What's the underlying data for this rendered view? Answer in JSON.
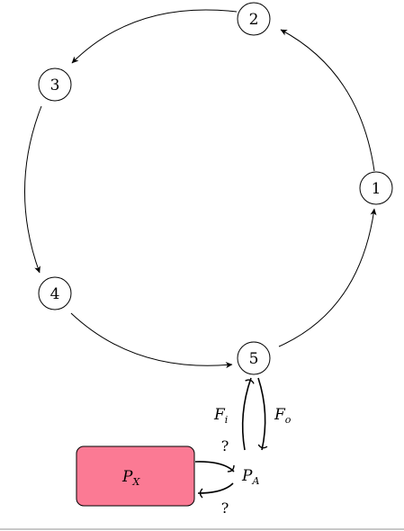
{
  "nodes": [
    {
      "id": "1",
      "label": "1"
    },
    {
      "id": "2",
      "label": "2"
    },
    {
      "id": "3",
      "label": "3"
    },
    {
      "id": "4",
      "label": "4"
    },
    {
      "id": "5",
      "label": "5"
    }
  ],
  "edges": [
    {
      "from": "1",
      "to": "2"
    },
    {
      "from": "2",
      "to": "3"
    },
    {
      "from": "3",
      "to": "4"
    },
    {
      "from": "4",
      "to": "5"
    },
    {
      "from": "5",
      "to": "1"
    }
  ],
  "labels": {
    "fi_main": "F",
    "fi_sub": "i",
    "fo_main": "F",
    "fo_sub": "o",
    "pa_main": "P",
    "pa_sub": "A",
    "px_main": "P",
    "px_sub": "X",
    "q_top": "?",
    "q_bottom": "?"
  },
  "colors": {
    "px_fill": "#fb7a94",
    "stroke": "#000000"
  }
}
